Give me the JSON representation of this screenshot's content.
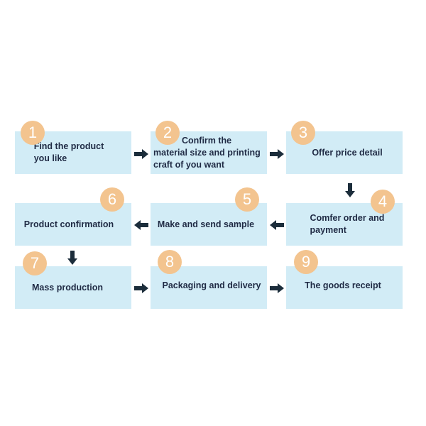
{
  "steps": [
    {
      "number": "1",
      "lines": [
        "Find the product",
        "you like"
      ]
    },
    {
      "number": "2",
      "lines": [
        "Confirm the",
        "material size and printing",
        "craft of you want"
      ]
    },
    {
      "number": "3",
      "lines": [
        "Offer price detail"
      ]
    },
    {
      "number": "4",
      "lines": [
        "Comfer order and",
        "payment"
      ]
    },
    {
      "number": "5",
      "lines": [
        "Make and send sample"
      ]
    },
    {
      "number": "6",
      "lines": [
        "Product confirmation"
      ]
    },
    {
      "number": "7",
      "lines": [
        "Mass production"
      ]
    },
    {
      "number": "8",
      "lines": [
        "Packaging and delivery"
      ]
    },
    {
      "number": "9",
      "lines": [
        "The goods receipt"
      ]
    }
  ],
  "colors": {
    "box_fill": "#d2ecf6",
    "badge_fill": "#f3c48f",
    "badge_text": "#ffffff",
    "text": "#1f2a44",
    "arrow": "#1c2d3b"
  },
  "icons": {
    "connector": "arrow-icon"
  }
}
